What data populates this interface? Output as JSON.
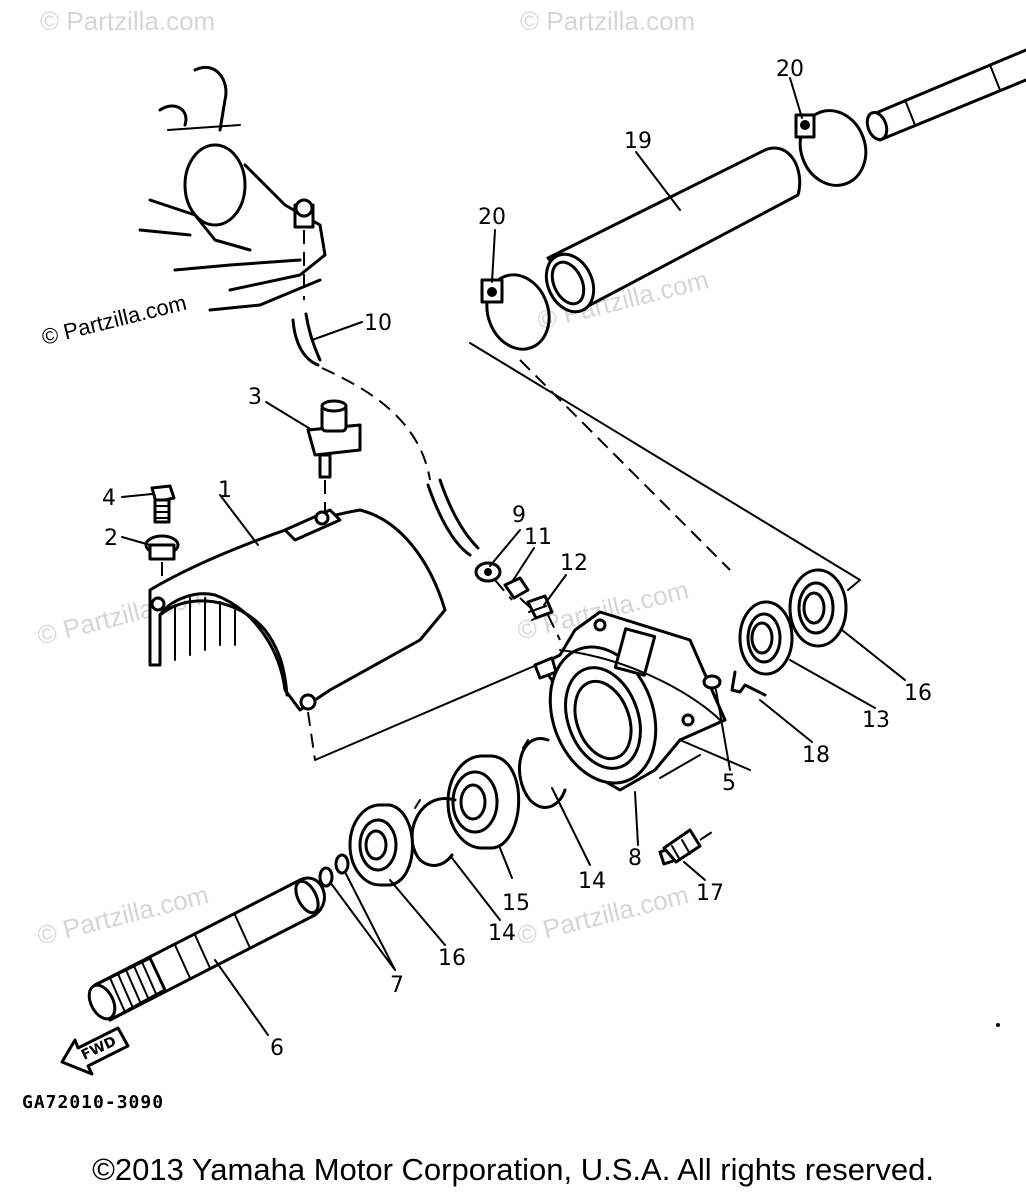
{
  "watermark": "© Partzilla.com",
  "diagram_code": "GA72010-3090",
  "copyright": "©2013  Yamaha Motor Corporation, U.S.A. All rights reserved.",
  "fwd_label": "FWD",
  "callouts": {
    "c1": "1",
    "c2": "2",
    "c3": "3",
    "c4": "4",
    "c5": "5",
    "c6": "6",
    "c7": "7",
    "c8": "8",
    "c9": "9",
    "c10": "10",
    "c11": "11",
    "c12": "12",
    "c13": "13",
    "c14a": "14",
    "c14b": "14",
    "c15": "15",
    "c16a": "16",
    "c16b": "16",
    "c17": "17",
    "c18": "18",
    "c19": "19",
    "c20a": "20",
    "c20b": "20"
  }
}
